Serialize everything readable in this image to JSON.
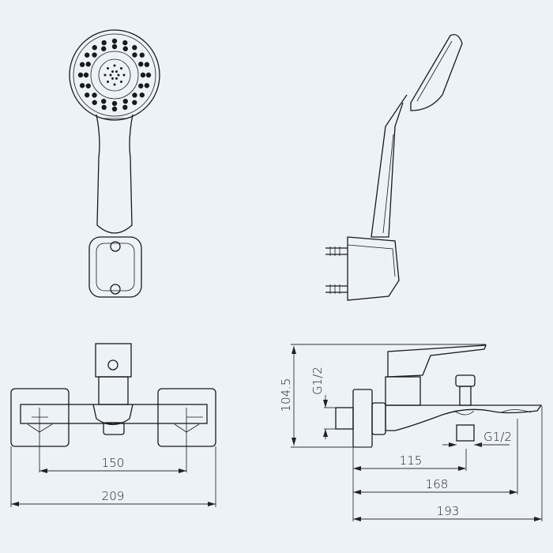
{
  "diagram": {
    "colors": {
      "background": "#edf2f7",
      "line": "#1a1a1a"
    },
    "dimensions": {
      "front_center_distance": "150",
      "front_overall_width": "209",
      "side_height": "104.5",
      "side_inlet_thread": "G1/2",
      "side_outlet_thread": "G1/2",
      "side_outlet_distance": "115",
      "side_spout_distance": "168",
      "side_overall_length": "193"
    }
  }
}
